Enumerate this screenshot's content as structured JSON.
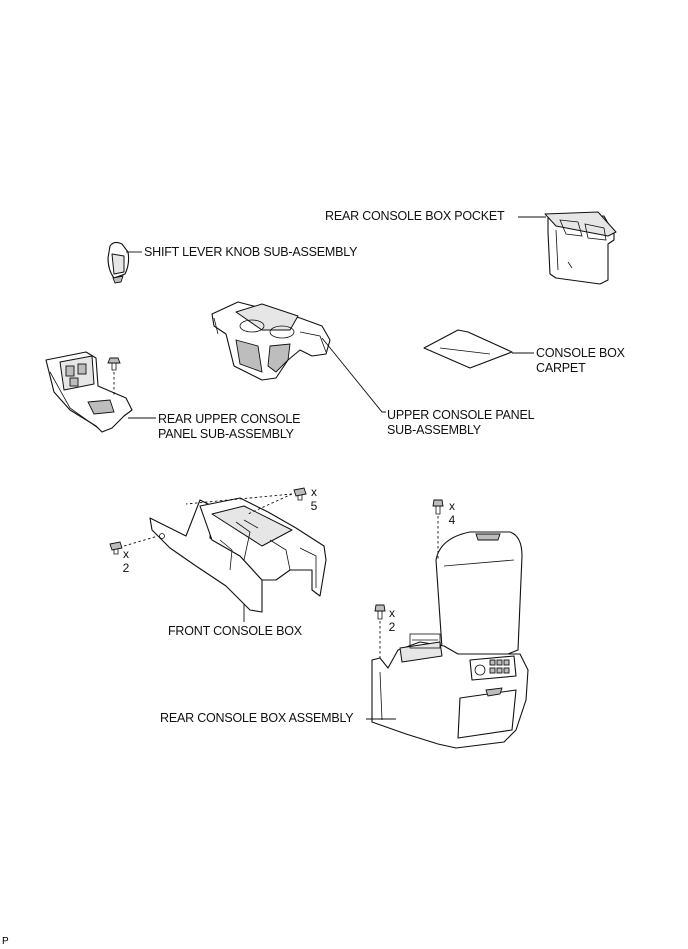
{
  "labels": {
    "rear_console_box_pocket": "REAR CONSOLE BOX POCKET",
    "shift_lever_knob": "SHIFT LEVER KNOB SUB-ASSEMBLY",
    "console_box_carpet_line1": "CONSOLE BOX",
    "console_box_carpet_line2": "CARPET",
    "rear_upper_console_line1": "REAR UPPER CONSOLE",
    "rear_upper_console_line2": "PANEL SUB-ASSEMBLY",
    "upper_console_panel_line1": "UPPER CONSOLE PANEL",
    "upper_console_panel_line2": "SUB-ASSEMBLY",
    "front_console_box": "FRONT CONSOLE BOX",
    "rear_console_box_assembly": "REAR CONSOLE BOX ASSEMBLY"
  },
  "quantities": {
    "front_upper_clips": {
      "x": "x",
      "n": "5"
    },
    "front_side_clips": {
      "x": "x",
      "n": "2"
    },
    "rear_top_bolts": {
      "x": "x",
      "n": "4"
    },
    "rear_side_bolts": {
      "x": "x",
      "n": "2"
    }
  },
  "corner_mark": "P"
}
